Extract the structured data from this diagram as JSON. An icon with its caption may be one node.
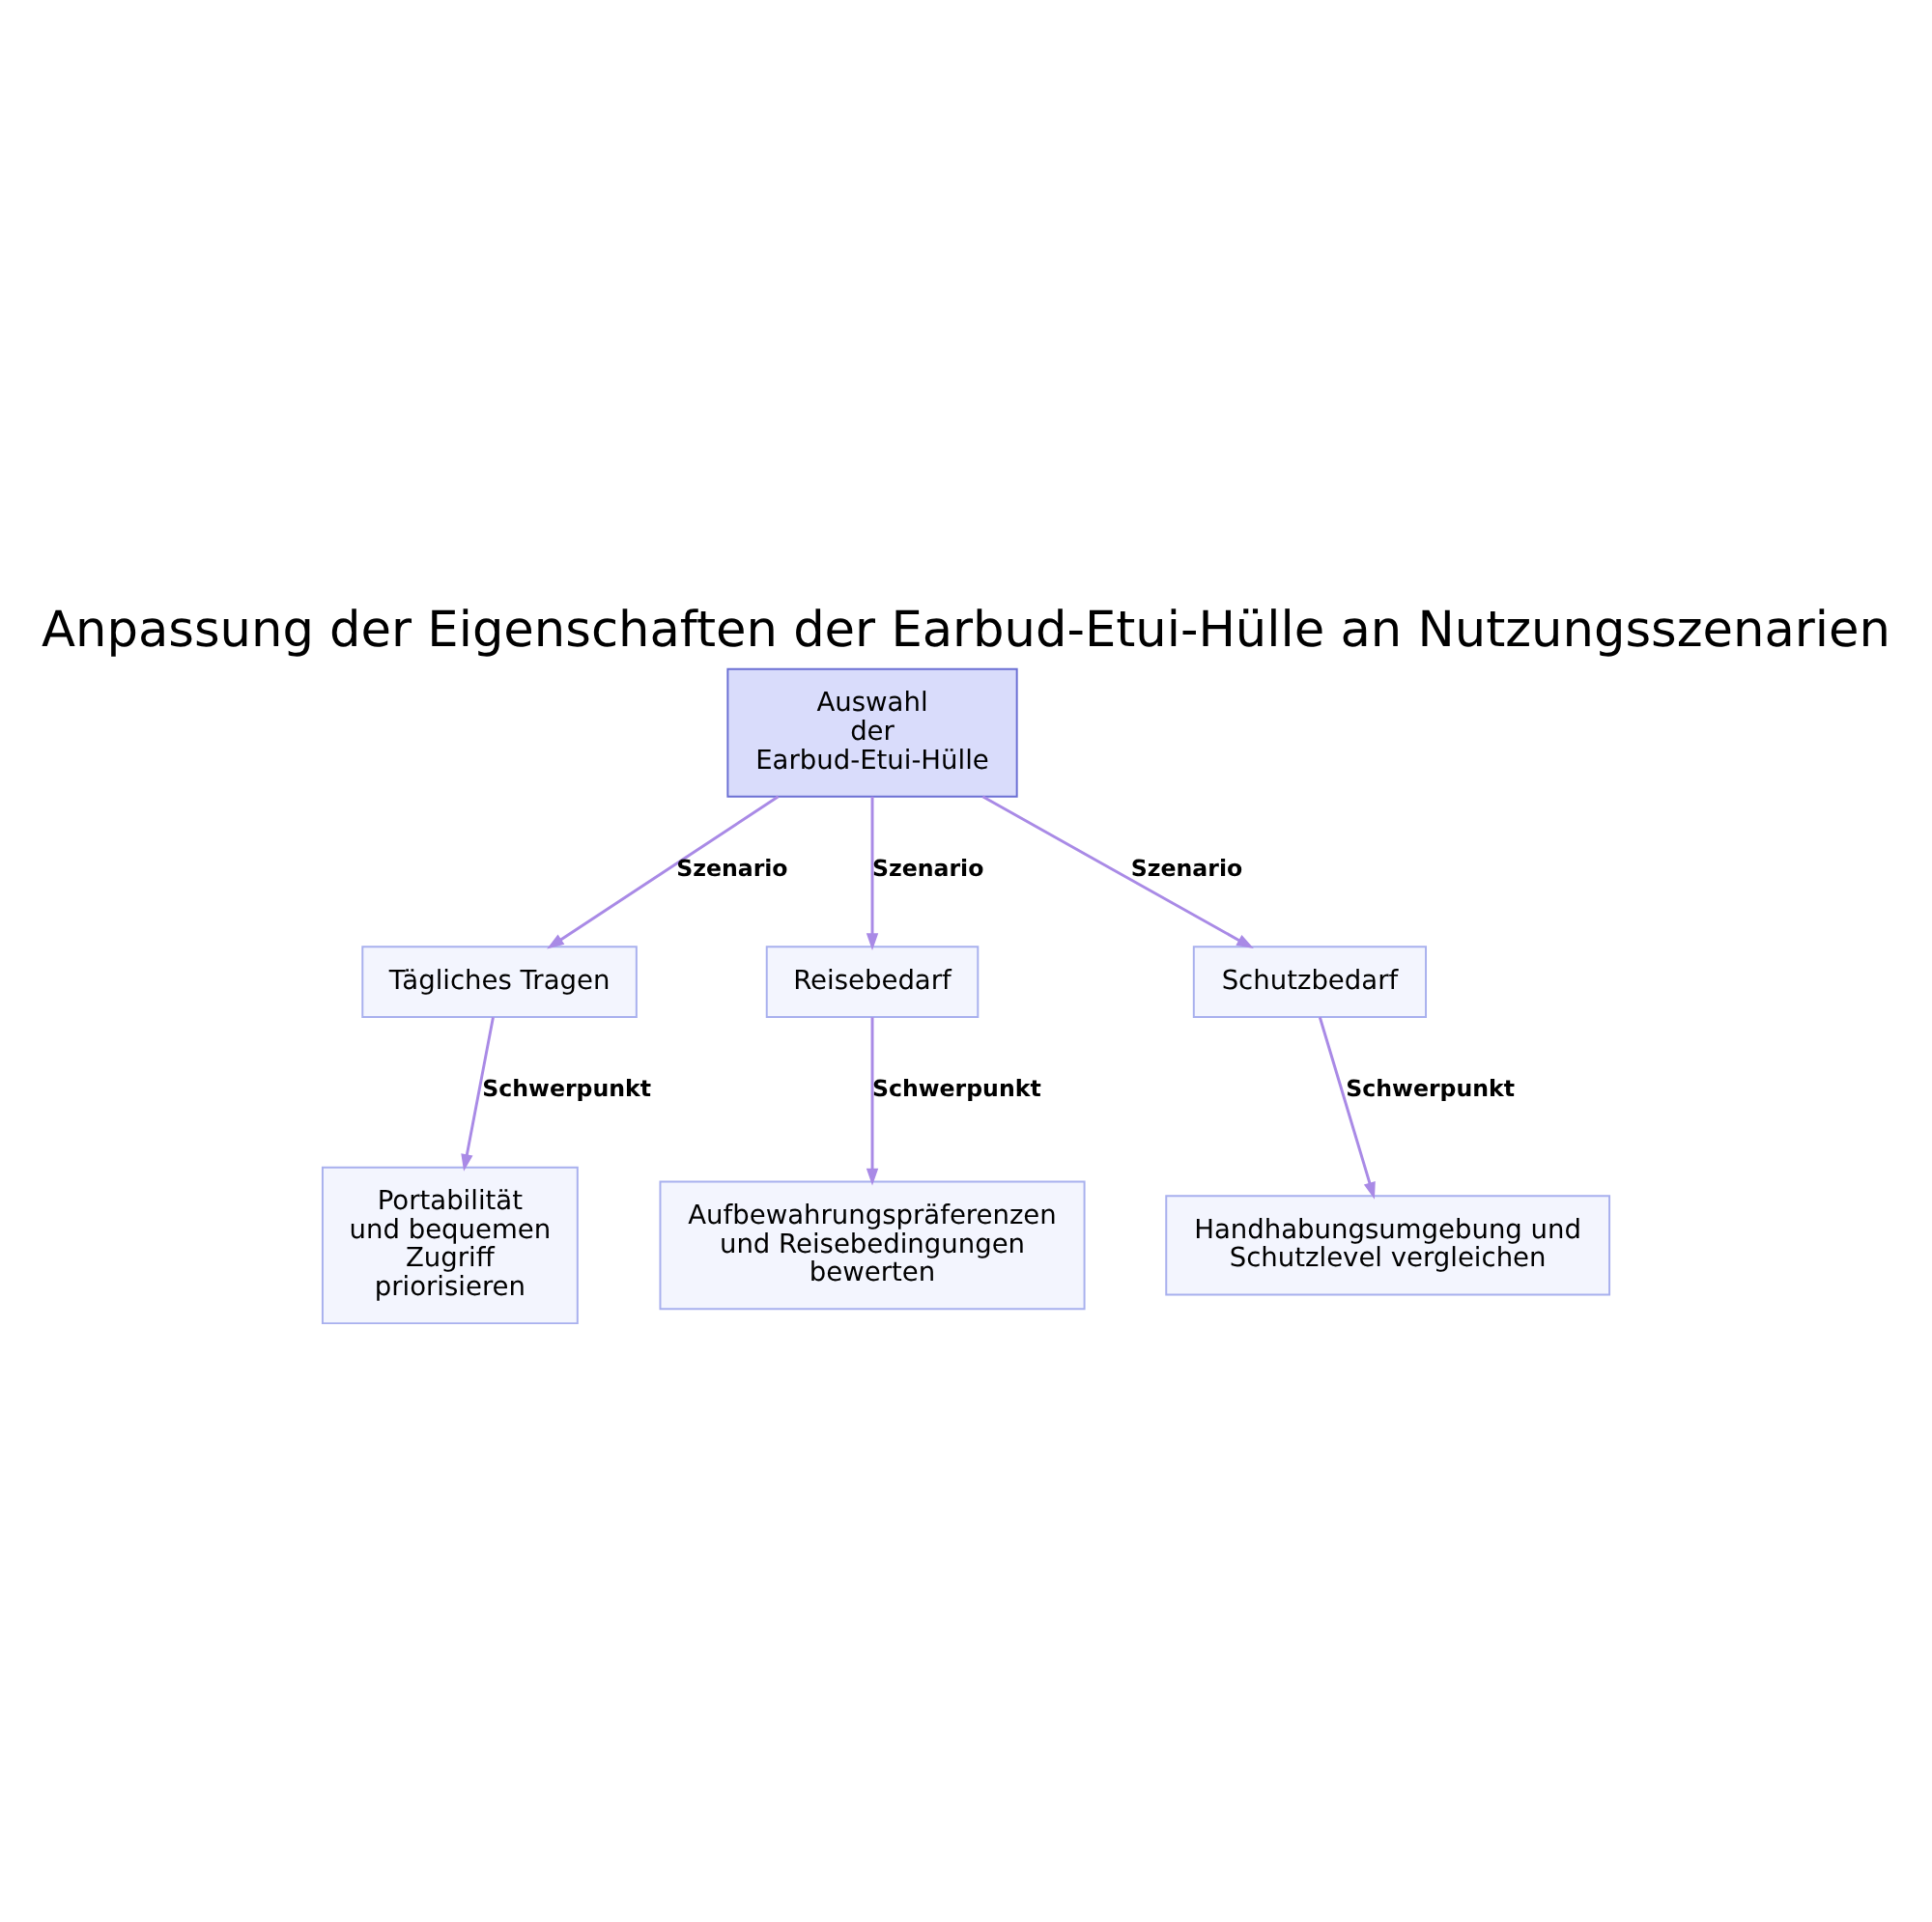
{
  "diagram": {
    "title": "Anpassung der Eigenschaften der Earbud-Etui-Hülle an Nutzungsszenarien",
    "nodes": [
      {
        "text": [
          "Auswahl der Earbud-Etui-Hülle"
        ]
      },
      {
        "text": [
          "Tägliches Tragen"
        ]
      },
      {
        "text": [
          "Reisebedarf"
        ]
      },
      {
        "text": [
          "Schutzbedarf"
        ]
      },
      {
        "text": [
          "Portabilität und bequemen Zugriff priorisieren"
        ]
      },
      {
        "text": [
          "Aufbewahrungspräferenzen und Reisebedingungen bewerten"
        ]
      },
      {
        "text": [
          "Handhabungsumgebung und Schutzlevel vergleichen"
        ]
      }
    ],
    "edges": [
      {
        "from": 0,
        "to": 1,
        "arrow": "to",
        "label": "Szenario"
      },
      {
        "from": 0,
        "to": 2,
        "arrow": "to",
        "label": "Szenario"
      },
      {
        "from": 0,
        "to": 3,
        "arrow": "to",
        "label": "Szenario"
      },
      {
        "from": 1,
        "to": 4,
        "arrow": "to",
        "label": "Schwerpunkt"
      },
      {
        "from": 2,
        "to": 5,
        "arrow": "to",
        "label": "Schwerpunkt"
      },
      {
        "from": 3,
        "to": 6,
        "arrow": "to",
        "label": "Schwerpunkt"
      }
    ]
  }
}
